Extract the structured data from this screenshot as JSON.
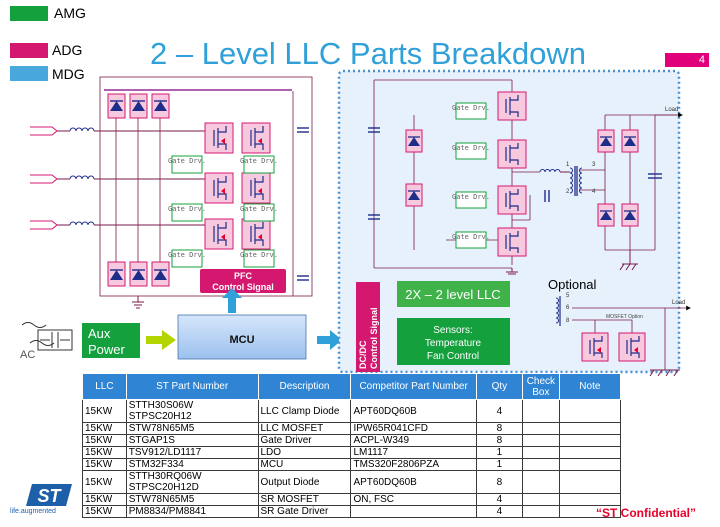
{
  "legend": [
    {
      "label": "AMG",
      "color": "#14a03c"
    },
    {
      "label": "ADG",
      "color": "#d5186f"
    },
    {
      "label": "MDG",
      "color": "#48a8dc"
    }
  ],
  "title": "2 – Level LLC Parts Breakdown",
  "page_number": "4",
  "diagram": {
    "gate_drv": "Gate Drv.",
    "pfc_control": "PFC Control Signal",
    "aux_power": "Aux Power",
    "ac": "AC",
    "mcu": "MCU",
    "dcdc_control": "DC/DC Control Signal",
    "llc_2x": "2X – 2 level LLC",
    "sensors": "Sensors: Temperature Fan Control",
    "optional": "Optional",
    "load": "Load",
    "mosfet_option": "MOSFET Option",
    "tx_pins": [
      "1",
      "2",
      "3",
      "4"
    ],
    "opt_pins": [
      "5",
      "6",
      "8"
    ]
  },
  "table": {
    "headers": [
      "LLC",
      "ST Part Number",
      "Description",
      "Competitor Part Number",
      "Qty",
      "Check Box",
      "Note"
    ],
    "rows": [
      {
        "llc": "15KW",
        "st": "STTH30S06W\nSTPSC20H12",
        "desc": "LLC Clamp Diode",
        "comp": "APT60DQ60B",
        "qty": "4",
        "tall": true
      },
      {
        "llc": "15KW",
        "st": "STW78N65M5",
        "desc": "LLC MOSFET",
        "comp": "IPW65R041CFD",
        "qty": "8",
        "tall": false
      },
      {
        "llc": "15KW",
        "st": "STGAP1S",
        "desc": "Gate Driver",
        "comp": "ACPL-W349",
        "qty": "8",
        "tall": false
      },
      {
        "llc": "15KW",
        "st": "TSV912/LD1117",
        "desc": "LDO",
        "comp": "LM1117",
        "qty": "1",
        "tall": false
      },
      {
        "llc": "15KW",
        "st": "STM32F334",
        "desc": "MCU",
        "comp": "TMS320F2806PZA",
        "qty": "1",
        "tall": false
      },
      {
        "llc": "15KW",
        "st": "STTH30RQ06W\nSTPSC20H12D",
        "desc": "Output Diode",
        "comp": "APT60DQ60B",
        "qty": "8",
        "tall": true
      },
      {
        "llc": "15KW",
        "st": "STW78N65M5",
        "desc": "SR MOSFET",
        "comp": "ON, FSC",
        "qty": "4",
        "tall": false
      },
      {
        "llc": "15KW",
        "st": "PM8834/PM8841",
        "desc": "SR Gate Driver",
        "comp": "",
        "qty": "4",
        "tall": false
      }
    ]
  },
  "confidential": "“ST Confidential”",
  "brand": {
    "logo_text": "ST",
    "tagline": "life.augmented"
  }
}
